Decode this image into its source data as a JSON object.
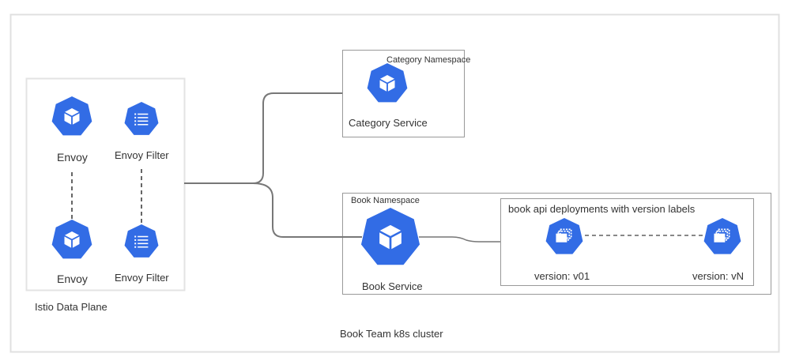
{
  "cluster": {
    "label": "Book Team k8s cluster"
  },
  "data_plane": {
    "label": "Istio Data Plane",
    "nodes": [
      {
        "label": "Envoy",
        "icon": "pod-icon"
      },
      {
        "label": "Envoy Filter",
        "icon": "envoy-filter-icon"
      },
      {
        "label": "Envoy",
        "icon": "pod-icon"
      },
      {
        "label": "Envoy Filter",
        "icon": "envoy-filter-icon"
      }
    ]
  },
  "category_namespace": {
    "label": "Category Namespace",
    "service": {
      "label": "Category Service",
      "icon": "pod-icon"
    }
  },
  "book_namespace": {
    "label": "Book Namespace",
    "service": {
      "label": "Book Service",
      "icon": "pod-icon"
    },
    "deployments": {
      "label": "book api deployments with version labels",
      "versions": [
        {
          "label": "version: v01",
          "icon": "deployment-icon"
        },
        {
          "label": "version: vN",
          "icon": "deployment-icon"
        }
      ]
    }
  },
  "colors": {
    "k8s_blue": "#326ce5",
    "box_border": "#999999",
    "outer_border": "#e0e0e0",
    "connector": "#777777"
  }
}
